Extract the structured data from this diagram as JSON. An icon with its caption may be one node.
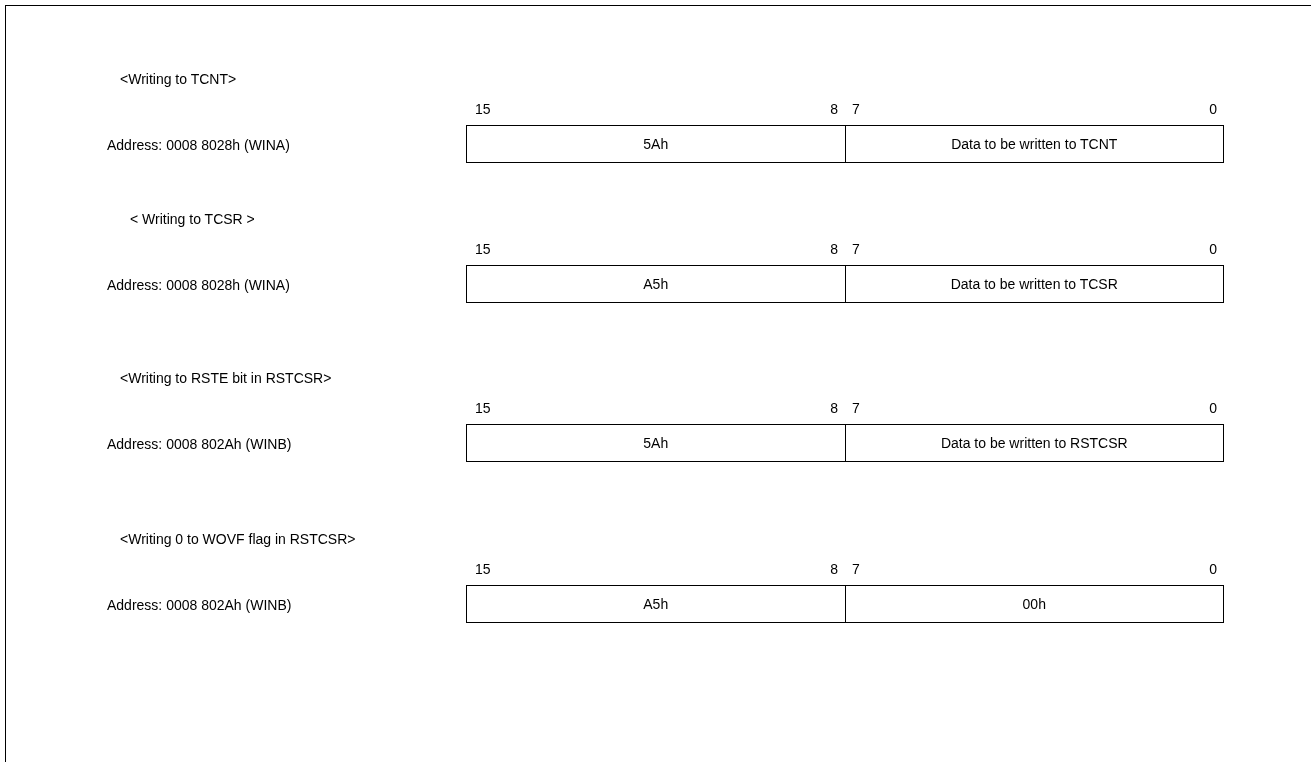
{
  "diagram": {
    "nodes": [
      {
        "text": [
          "5Ah"
        ]
      },
      {
        "text": [
          "Data to be written to TCNT"
        ]
      },
      {
        "text": [
          "A5h"
        ]
      },
      {
        "text": [
          "Data to be written to TCSR"
        ]
      },
      {
        "text": [
          "5Ah"
        ]
      },
      {
        "text": [
          "Data to be written to RSTCSR"
        ]
      },
      {
        "text": [
          "A5h"
        ]
      },
      {
        "text": [
          "00h"
        ]
      }
    ],
    "labels": [
      "<Writing to TCNT>",
      "15",
      "8",
      "7",
      "0",
      "Address: 0008 8028h (WINA)",
      "< Writing to TCSR >",
      "15",
      "8",
      "7",
      "0",
      "Address: 0008 8028h (WINA)",
      "<Writing to RSTE bit in RSTCSR>",
      "15",
      "8",
      "7",
      "0",
      "Address: 0008 802Ah (WINB)",
      "<Writing 0 to WOVF flag in RSTCSR>",
      "15",
      "8",
      "7",
      "0",
      "Address: 0008 802Ah (WINB)"
    ]
  }
}
